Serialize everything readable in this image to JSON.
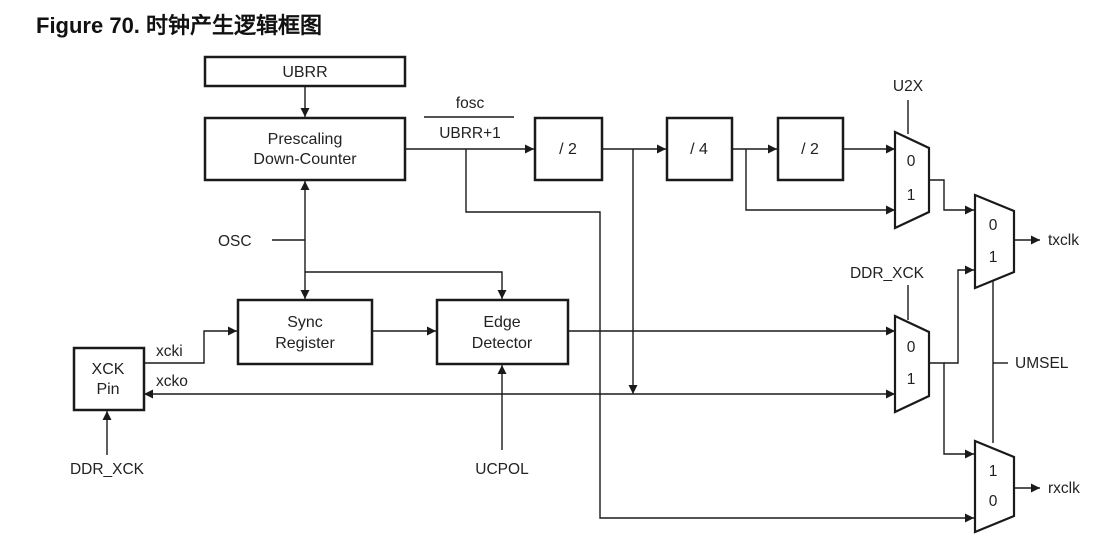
{
  "figure": {
    "number": "Figure 70.",
    "title": "时钟产生逻辑框图"
  },
  "blocks": {
    "ubrr": "UBRR",
    "prescaler": [
      "Prescaling",
      "Down-Counter"
    ],
    "div2a": "/ 2",
    "div4": "/ 4",
    "div2b": "/ 2",
    "sync": [
      "Sync",
      "Register"
    ],
    "edge": [
      "Edge",
      "Detector"
    ],
    "xck_pin": [
      "XCK",
      "Pin"
    ]
  },
  "signals": {
    "fosc": "fosc",
    "ubrr_plus_1": "UBRR+1",
    "osc": "OSC",
    "xcki": "xcki",
    "xcko": "xcko",
    "ddr_xck_pin": "DDR_XCK",
    "ddr_xck_mux": "DDR_XCK",
    "ucpol": "UCPOL",
    "u2x": "U2X",
    "umsel": "UMSEL",
    "txclk": "txclk",
    "rxclk": "rxclk"
  },
  "mux_inputs": {
    "u2x": [
      "0",
      "1"
    ],
    "ddr": [
      "0",
      "1"
    ],
    "txclk": [
      "0",
      "1"
    ],
    "rxclk": [
      "1",
      "0"
    ]
  }
}
